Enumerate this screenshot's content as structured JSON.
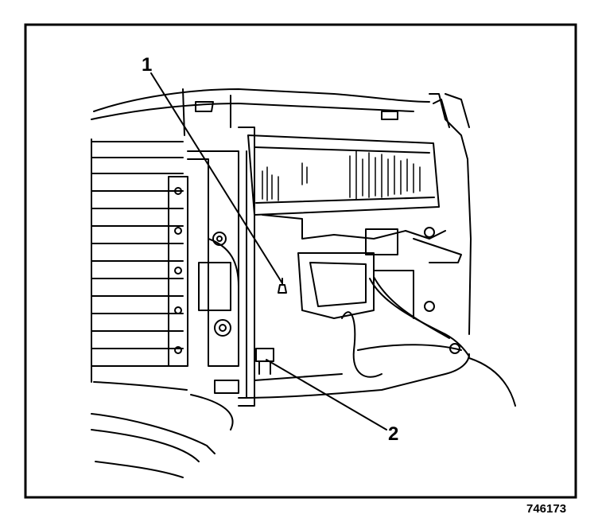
{
  "callouts": {
    "one": "1",
    "two": "2"
  },
  "figure_number": "746173",
  "colors": {
    "ink": "#000000",
    "paper": "#ffffff"
  }
}
